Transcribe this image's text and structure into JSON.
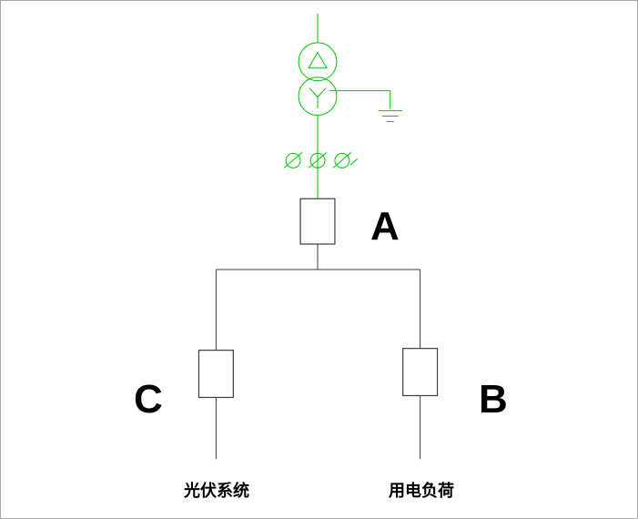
{
  "canvas": {
    "background": "#ffffff",
    "border_color": "#a8a8a8"
  },
  "colors": {
    "symbol_green": "#00c300",
    "line_dark": "#3d3d3d"
  },
  "icons": {
    "transformer": "delta-wye-transformer-icon",
    "ground": "ground-icon",
    "instruments": "ct-meter-icons"
  },
  "labels": {
    "breaker_a": "A",
    "breaker_b": "B",
    "breaker_c": "C",
    "left_branch": "光伏系统",
    "right_branch": "用电负荷"
  }
}
